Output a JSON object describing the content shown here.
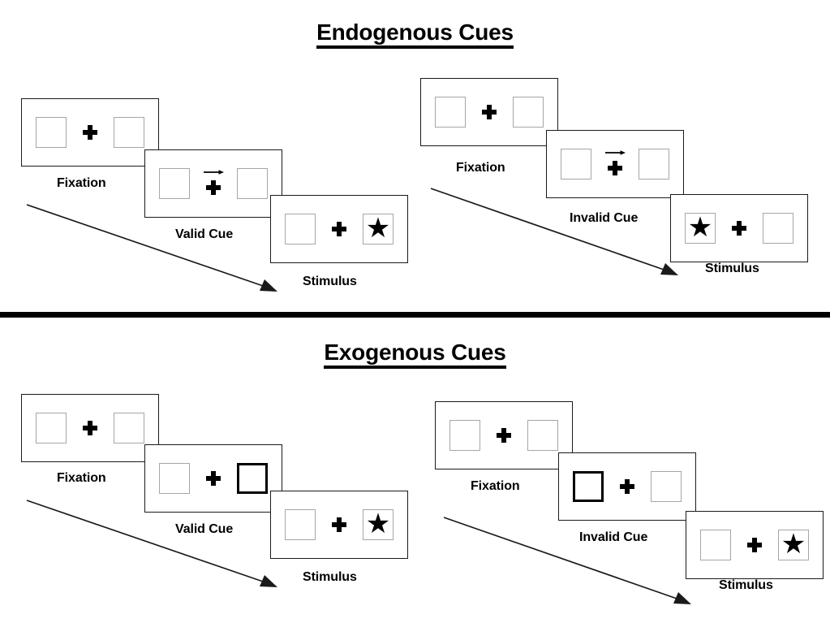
{
  "figure": {
    "type": "experimental-paradigm-diagram",
    "background_color": "#ffffff",
    "line_color": "#1a1a1a",
    "box_border_color": "#a6a6a6",
    "cued_box_border_color": "#000000",
    "divider_color": "#000000"
  },
  "sections": [
    {
      "id": "endogenous",
      "title": "Endogenous Cues",
      "cue_type": "central-arrow",
      "conditions": [
        {
          "id": "endogenous-valid",
          "panels": [
            {
              "caption": "Fixation",
              "left_box": "empty",
              "right_box": "empty",
              "center": "plus",
              "arrow_direction": null
            },
            {
              "caption": "Valid Cue",
              "left_box": "empty",
              "right_box": "empty",
              "center": "plus-arrow",
              "arrow_direction": "right"
            },
            {
              "caption": "Stimulus",
              "left_box": "empty",
              "right_box": "star",
              "center": "plus",
              "arrow_direction": null
            }
          ]
        },
        {
          "id": "endogenous-invalid",
          "panels": [
            {
              "caption": "Fixation",
              "left_box": "empty",
              "right_box": "empty",
              "center": "plus",
              "arrow_direction": null
            },
            {
              "caption": "Invalid Cue",
              "left_box": "empty",
              "right_box": "empty",
              "center": "plus-arrow",
              "arrow_direction": "right"
            },
            {
              "caption": "Stimulus",
              "left_box": "star",
              "right_box": "empty",
              "center": "plus",
              "arrow_direction": null
            }
          ]
        }
      ]
    },
    {
      "id": "exogenous",
      "title": "Exogenous Cues",
      "cue_type": "peripheral-box-flash",
      "conditions": [
        {
          "id": "exogenous-valid",
          "panels": [
            {
              "caption": "Fixation",
              "left_box": "empty",
              "right_box": "empty",
              "center": "plus",
              "arrow_direction": null
            },
            {
              "caption": "Valid Cue",
              "left_box": "empty",
              "right_box": "cued",
              "center": "plus",
              "arrow_direction": null
            },
            {
              "caption": "Stimulus",
              "left_box": "empty",
              "right_box": "star",
              "center": "plus",
              "arrow_direction": null
            }
          ]
        },
        {
          "id": "exogenous-invalid",
          "panels": [
            {
              "caption": "Fixation",
              "left_box": "empty",
              "right_box": "empty",
              "center": "plus",
              "arrow_direction": null
            },
            {
              "caption": "Invalid Cue",
              "left_box": "cued",
              "right_box": "empty",
              "center": "plus",
              "arrow_direction": null
            },
            {
              "caption": "Stimulus",
              "left_box": "empty",
              "right_box": "star",
              "center": "plus",
              "arrow_direction": null
            }
          ]
        }
      ]
    }
  ],
  "icons": {
    "star": "★",
    "fixation_cross": "plus-icon",
    "cue_arrow": "arrow-right-icon",
    "timeline_arrow": "timeline-arrow-icon"
  },
  "timeline_arrows": [
    {
      "id": "endogenous-valid-timeline",
      "label": "time-flow"
    },
    {
      "id": "endogenous-invalid-timeline",
      "label": "time-flow"
    },
    {
      "id": "exogenous-valid-timeline",
      "label": "time-flow"
    },
    {
      "id": "exogenous-invalid-timeline",
      "label": "time-flow"
    }
  ]
}
